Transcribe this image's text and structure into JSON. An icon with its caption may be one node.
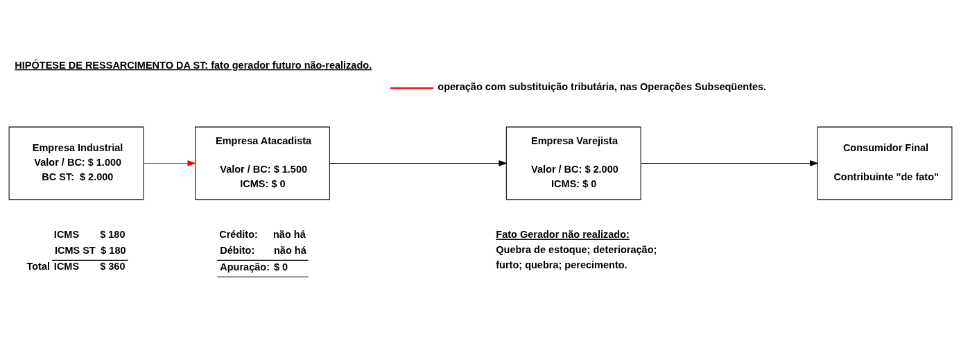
{
  "diagram": {
    "title": "HIPÓTESE DE RESSARCIMENTO DA ST: fato gerador futuro não-realizado.",
    "nodes": [
      {
        "text": [
          "Empresa Industrial",
          "Valor / BC: $ 1.000",
          "BC ST:  $ 2.000"
        ]
      },
      {
        "text": [
          "Empresa Atacadista",
          "Valor / BC: $ 1.500",
          "ICMS: $ 0"
        ]
      },
      {
        "text": [
          "Empresa Varejista",
          "Valor / BC: $ 2.000",
          "ICMS: $ 0"
        ]
      },
      {
        "text": [
          "Consumidor Final",
          "Contribuinte \"de fato\""
        ]
      }
    ],
    "edges": [
      {
        "from": 0,
        "to": 1,
        "arrow": "to",
        "color": "#ff0000"
      },
      {
        "from": 1,
        "to": 2,
        "arrow": "to"
      },
      {
        "from": 2,
        "to": 3,
        "arrow": "to"
      }
    ],
    "labels": [
      "ICMS",
      "$ 180",
      "ICMS ST",
      "$ 180",
      "Total",
      "ICMS",
      "$ 360",
      "Crédito:",
      "não há",
      "Débito:",
      "não há",
      "Apuração:",
      "$ 0",
      "Fato Gerador não realizado:",
      "Quebra de estoque; deterioração;",
      "furto; quebra; perecimento."
    ],
    "legend": [
      {
        "text": "operação com substituição tributária, nas Operações Subseqüentes."
      }
    ]
  }
}
